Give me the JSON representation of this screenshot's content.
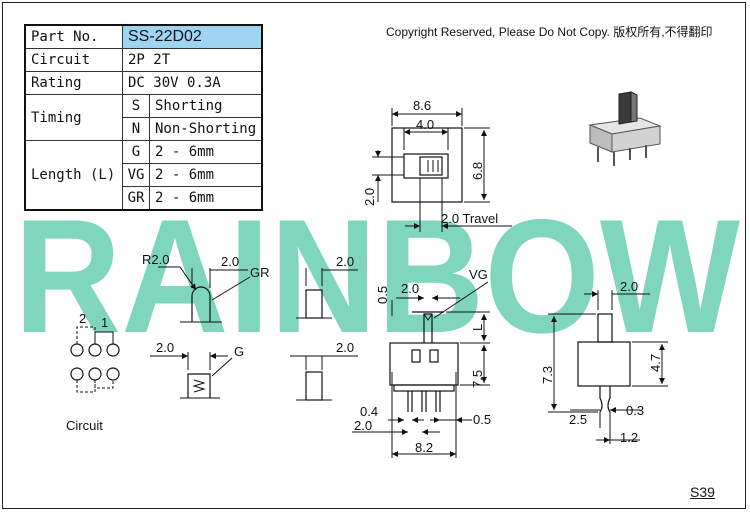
{
  "specs": {
    "part_no_label": "Part No.",
    "part_no": "SS-22D02",
    "circuit_label": "Circuit",
    "circuit": "2P 2T",
    "rating_label": "Rating",
    "rating": "DC 30V 0.3A",
    "timing_label": "Timing",
    "timing": [
      {
        "code": "S",
        "value": "Shorting"
      },
      {
        "code": "N",
        "value": "Non-Shorting"
      }
    ],
    "length_label": "Length (L)",
    "lengths": [
      {
        "code": "G",
        "value": "2 - 6mm"
      },
      {
        "code": "VG",
        "value": "2 - 6mm"
      },
      {
        "code": "GR",
        "value": "2 - 6mm"
      }
    ]
  },
  "copyright": "Copyright Reserved, Please Do Not Copy. 版权所有,不得翻印",
  "watermark": "RAINBOW",
  "colors": {
    "watermark": "#7fd6bd",
    "header_cell": "#9fd3f2"
  },
  "top_view": {
    "width": "8.6",
    "slot": "4.0",
    "height": "6.8",
    "knob": "2.0",
    "travel": "2.0 Travel"
  },
  "actuators": {
    "gr_radius": "R2.0",
    "gr_width": "2.0",
    "gr_label": "GR",
    "g_width": "2.0",
    "g_label": "G",
    "flat_width": "2.0",
    "flat_width_2": "2.0"
  },
  "front_view": {
    "vg_label": "VG",
    "knob_width": "2.0",
    "knob_offset": "0.5",
    "length_label": "L",
    "body_height": "7.5",
    "pin_width": "0.4",
    "pitch": "2.0",
    "pin_offset": "0.5",
    "overall_width": "8.2"
  },
  "side_view": {
    "knob_width": "2.0",
    "total_height": "7.3",
    "body_height": "4.7",
    "pin_span": "2.5",
    "pin_thickness": "0.3",
    "pin_width": "1.2"
  },
  "circuit_diagram": {
    "pin_a": "2",
    "pin_b": "1",
    "caption": "Circuit"
  },
  "page_number": "S39"
}
